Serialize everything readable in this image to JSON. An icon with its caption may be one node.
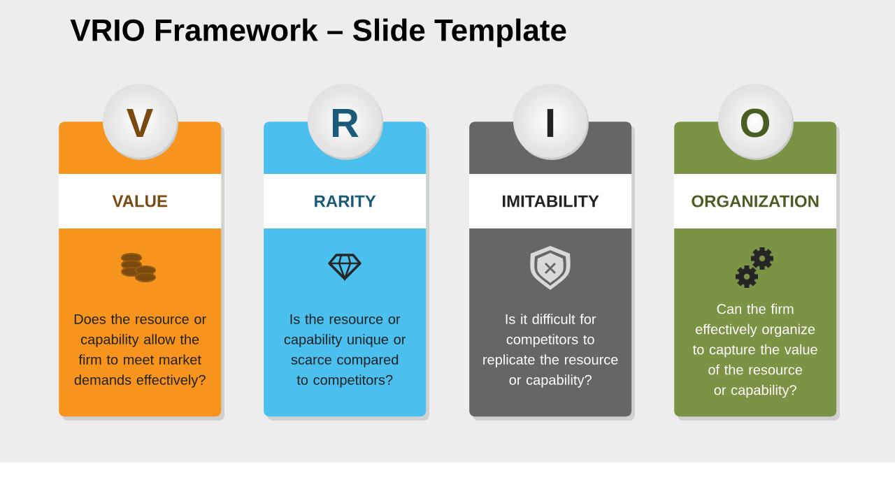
{
  "diagram": {
    "title": "VRIO Framework – Slide Template",
    "nodes": [
      {
        "text": [
          "V"
        ]
      },
      {
        "text": [
          "Does the resource or capability allow the firm to meet market demands effectively?"
        ]
      },
      {
        "text": [
          "VALUE"
        ],
        "in": 1
      },
      {
        "text": [
          "R"
        ]
      },
      {
        "text": [
          "Is the resource or capability unique or scarce compared to competitors?"
        ]
      },
      {
        "text": [
          "RARITY"
        ],
        "in": 4
      },
      {
        "text": [
          "I"
        ]
      },
      {
        "text": [
          "Is it difficult for competitors to replicate the resource or capability?"
        ]
      },
      {
        "text": [
          "IMITABILITY"
        ],
        "in": 7
      },
      {
        "text": [
          "O"
        ]
      },
      {
        "text": [
          "Can the firm effectively organize to capture the value of the resource or capability?"
        ]
      },
      {
        "text": [
          "ORGANIZATION"
        ],
        "in": 10
      }
    ]
  }
}
